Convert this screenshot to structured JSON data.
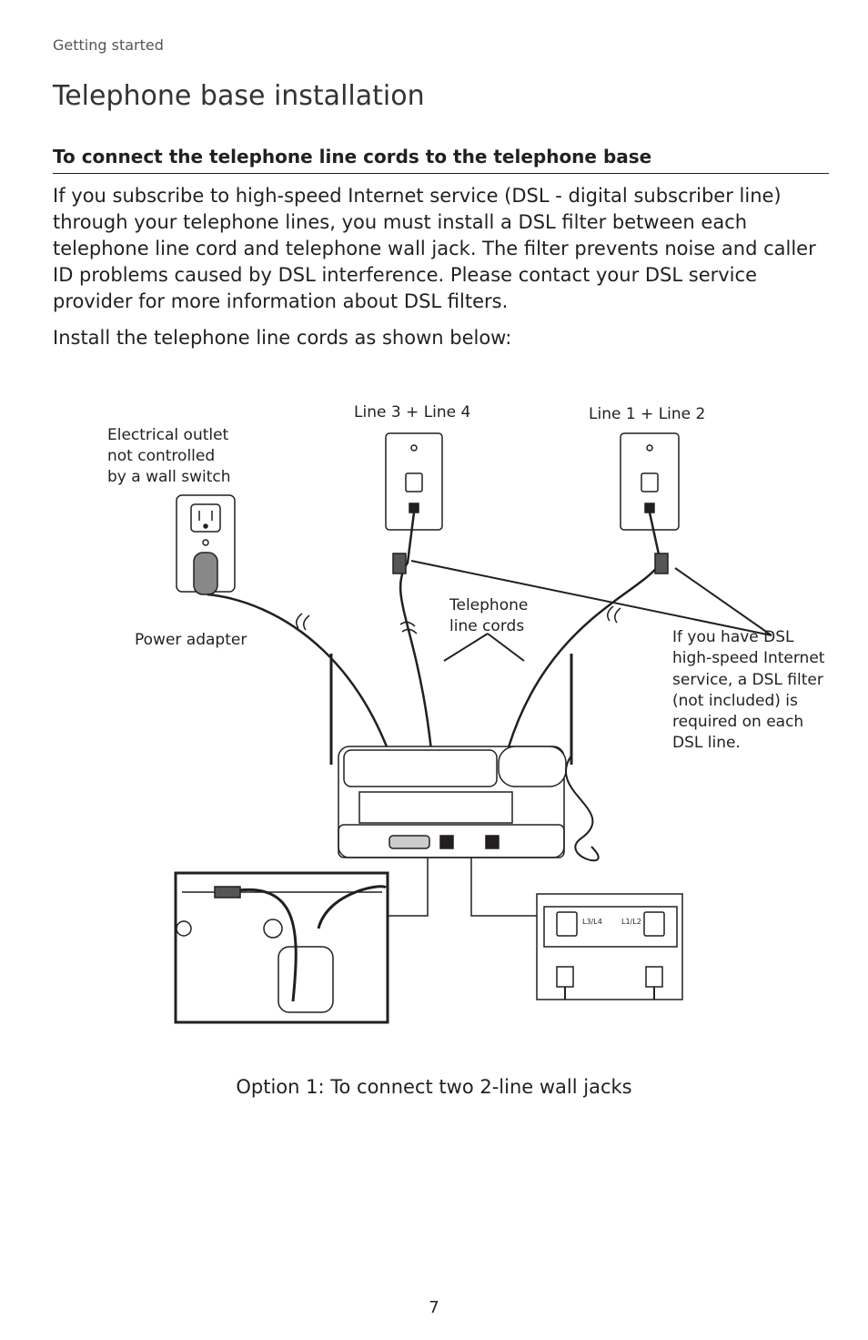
{
  "header": {
    "section": "Getting started",
    "title": "Telephone base installation"
  },
  "content": {
    "subheading": "To connect the telephone line cords to the telephone base",
    "paragraph1": "If you subscribe to high-speed Internet service (DSL - digital subscriber line) through your telephone lines, you must install a DSL filter between each telephone line cord and telephone wall jack. The filter prevents noise and caller ID problems caused by DSL interference. Please contact your DSL service provider for more information about DSL filters.",
    "paragraph2": "Install the telephone line cords as shown below:"
  },
  "diagram": {
    "outlet_label_1": "Electrical outlet",
    "outlet_label_2": "not controlled",
    "outlet_label_3": "by a wall switch",
    "line34_label": "Line 3 + Line 4",
    "line12_label": "Line 1 + Line 2",
    "cords_label_1": "Telephone",
    "cords_label_2": "line cords",
    "adapter_label": "Power adapter",
    "dsl_label_1": "If you have DSL",
    "dsl_label_2": "high-speed Internet",
    "dsl_label_3": "service, a DSL filter",
    "dsl_label_4": "(not included) is",
    "dsl_label_5": "required on each",
    "dsl_label_6": "DSL line.",
    "jack_l3l4": "L3/L4",
    "jack_l1l2": "L1/L2"
  },
  "caption": "Option 1: To connect two 2-line wall jacks",
  "page_number": "7"
}
